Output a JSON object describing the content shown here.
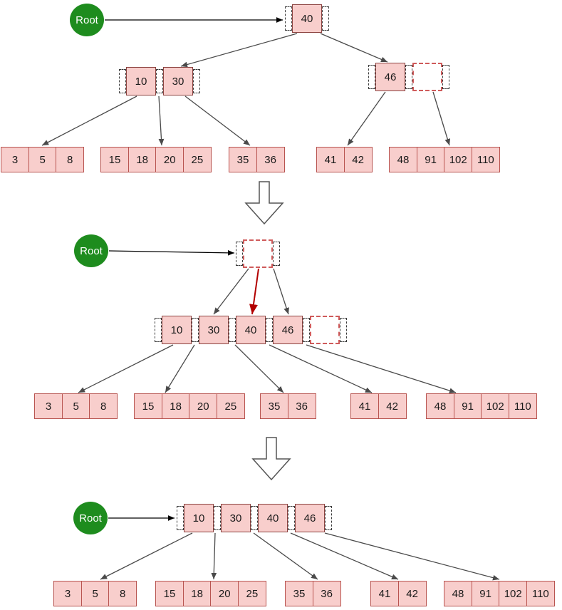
{
  "root_label": "Root",
  "colors": {
    "node_fill": "#f8cecc",
    "node_border": "#b85450",
    "key_border": "#8c4340",
    "empty_slot_border": "#cf5b5b",
    "root_green": "#1e8c1e",
    "arrow": "#4a4a4a",
    "root_arrow": "#000000",
    "highlight_arrow": "#b20000"
  },
  "stage1": {
    "root_keys": [
      "40"
    ],
    "left_keys": [
      "10",
      "30"
    ],
    "right_keys": [
      "46"
    ],
    "leaves": [
      [
        "3",
        "5",
        "8"
      ],
      [
        "15",
        "18",
        "20",
        "25"
      ],
      [
        "35",
        "36"
      ],
      [
        "41",
        "42"
      ],
      [
        "48",
        "91",
        "102",
        "110"
      ]
    ]
  },
  "stage2": {
    "node_keys": [
      "10",
      "30",
      "40",
      "46"
    ],
    "leaves": [
      [
        "3",
        "5",
        "8"
      ],
      [
        "15",
        "18",
        "20",
        "25"
      ],
      [
        "35",
        "36"
      ],
      [
        "41",
        "42"
      ],
      [
        "48",
        "91",
        "102",
        "110"
      ]
    ]
  },
  "stage3": {
    "node_keys": [
      "10",
      "30",
      "40",
      "46"
    ],
    "leaves": [
      [
        "3",
        "5",
        "8"
      ],
      [
        "15",
        "18",
        "20",
        "25"
      ],
      [
        "35",
        "36"
      ],
      [
        "41",
        "42"
      ],
      [
        "48",
        "91",
        "102",
        "110"
      ]
    ]
  }
}
